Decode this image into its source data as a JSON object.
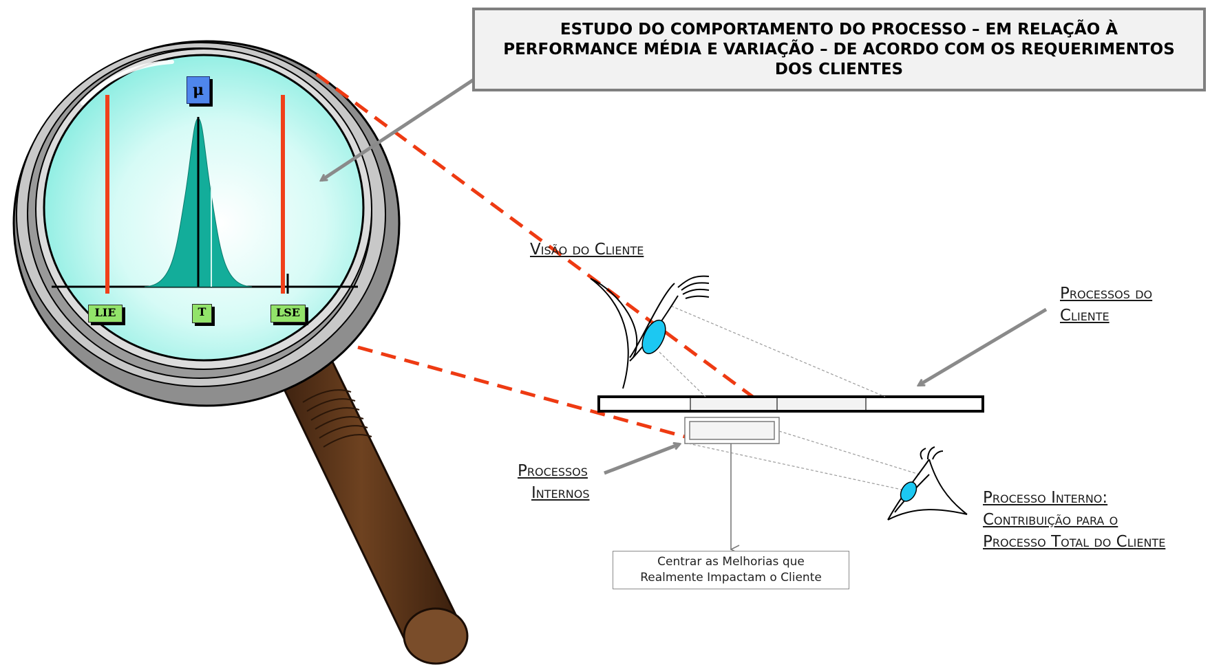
{
  "title": "ESTUDO DO COMPORTAMENTO DO PROCESSO – EM RELAÇÃO À PERFORMANCE MÉDIA E VARIAÇÃO – DE ACORDO COM OS REQUERIMENTOS DOS CLIENTES",
  "lens": {
    "mean_symbol": "μ",
    "lower_limit": "LIE",
    "target": "T",
    "upper_limit": "LSE"
  },
  "labels": {
    "customer_view": "Visão do Cliente",
    "customer_processes": [
      "Processos do",
      "Cliente"
    ],
    "internal_processes": [
      "Processos",
      "Internos"
    ],
    "internal_process": [
      "Processo Interno:",
      "Contribuição para o",
      "Processo Total do Cliente"
    ]
  },
  "outcome": [
    "Centrar as Melhorias que",
    "Realmente Impactam o Cliente"
  ],
  "colors": {
    "lens_fill": "#8ff0e4",
    "curve": "#13ad9a",
    "spec_limit": "#f0401a",
    "dashed": "#ee3a12",
    "handle": "#5a3317",
    "rim": "#bdbdbd",
    "eye_iris": "#1cc8f2"
  }
}
